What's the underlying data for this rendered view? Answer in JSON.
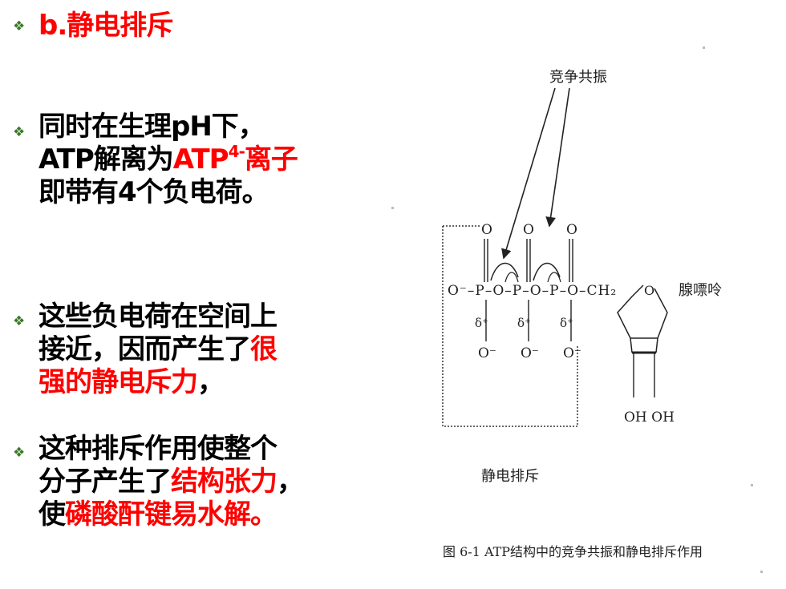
{
  "slide": {
    "title": "b.静电排斥",
    "bullet_glyph": "❖",
    "p1": {
      "line1": "同时在生理pH下，",
      "line2_pre": "ATP解离为",
      "line2_hl": "ATP",
      "line2_sup": "4-",
      "line2_hl2": "离子",
      "line3": "即带有4个负电荷。"
    },
    "p2": {
      "line1": "这些负电荷在空间上",
      "line2_pre": "接近，因而产生了",
      "line2_hl": "很",
      "line3_hl": "强的静电斥力",
      "line3_post": "，"
    },
    "p3": {
      "line1": "这种排斥作用使整个",
      "line2_pre": "分子产生了",
      "line2_hl": "结构张力",
      "line2_post": "，",
      "line3_pre": "使",
      "line3_hl": "磷酸酐键易水解。"
    }
  },
  "figure": {
    "label_resonance": "竞争共振",
    "label_repulsion": "静电排斥",
    "label_adenine": "腺嘌呤",
    "chain": "O⁻–P–O–P–O–P–O–CH₂",
    "ring_o": "O",
    "o_top": "O",
    "delta": "δ⁺",
    "o_minus": "O⁻",
    "oh_pair": "OH  OH",
    "caption": "图 6-1  ATP结构中的竞争共振和静电排斥作用"
  },
  "colors": {
    "accent_red": "#ff0000",
    "bullet_green": "#3a7a2a",
    "text": "#000000"
  }
}
